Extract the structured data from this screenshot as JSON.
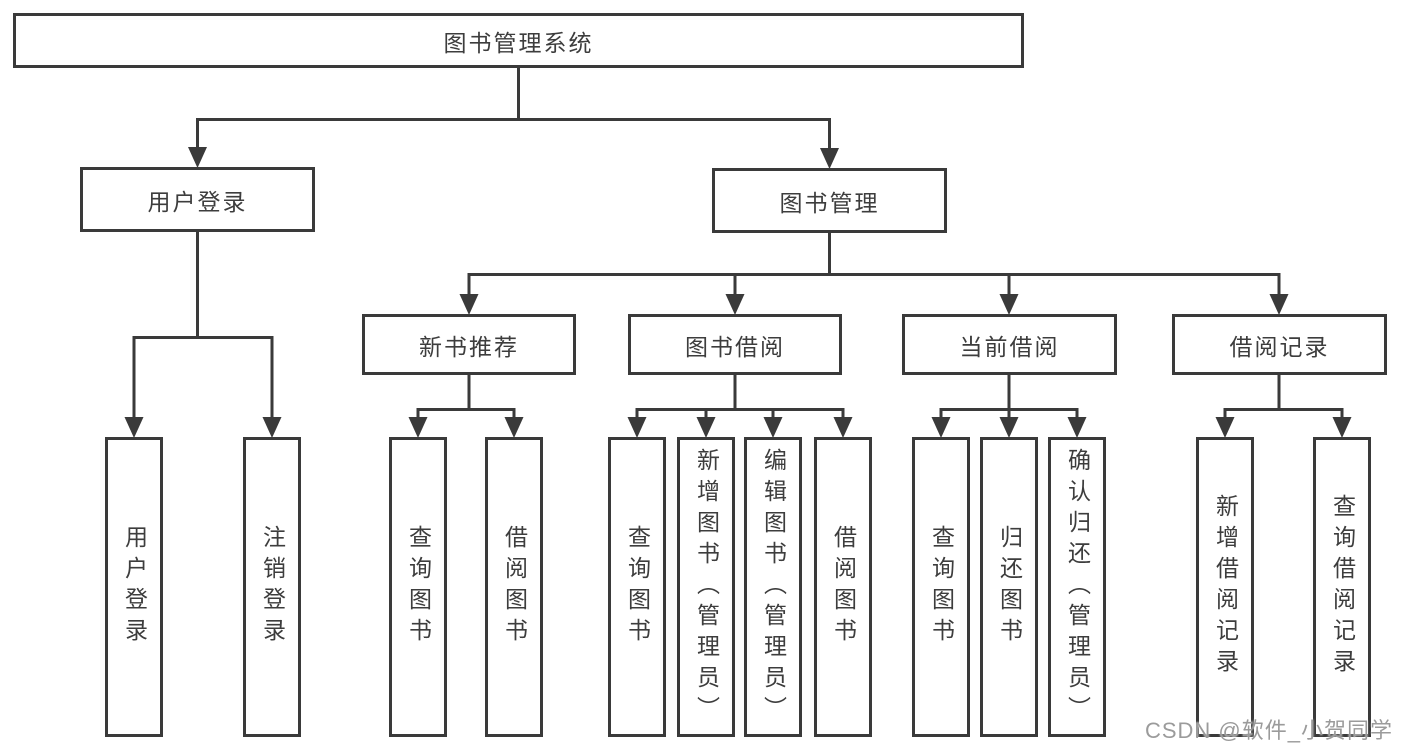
{
  "colors": {
    "line": "#3a3a3a",
    "text": "#3d3d3d",
    "background": "#ffffff",
    "watermark": "#9b9b9b"
  },
  "diagram": {
    "root": {
      "label": "图书管理系统"
    },
    "branches": [
      {
        "label": "用户登录",
        "children": [
          {
            "label": "用户登录"
          },
          {
            "label": "注销登录"
          }
        ]
      },
      {
        "label": "图书管理",
        "children": [
          {
            "label": "新书推荐",
            "children": [
              {
                "label": "查询图书"
              },
              {
                "label": "借阅图书"
              }
            ]
          },
          {
            "label": "图书借阅",
            "children": [
              {
                "label": "查询图书"
              },
              {
                "label": "新增图书（管理员）"
              },
              {
                "label": "编辑图书（管理员）"
              },
              {
                "label": "借阅图书"
              }
            ]
          },
          {
            "label": "当前借阅",
            "children": [
              {
                "label": "查询图书"
              },
              {
                "label": "归还图书"
              },
              {
                "label": "确认归还（管理员）"
              }
            ]
          },
          {
            "label": "借阅记录",
            "children": [
              {
                "label": "新增借阅记录"
              },
              {
                "label": "查询借阅记录"
              }
            ]
          }
        ]
      }
    ]
  },
  "watermark": {
    "text": "CSDN @软件_小贺同学"
  }
}
